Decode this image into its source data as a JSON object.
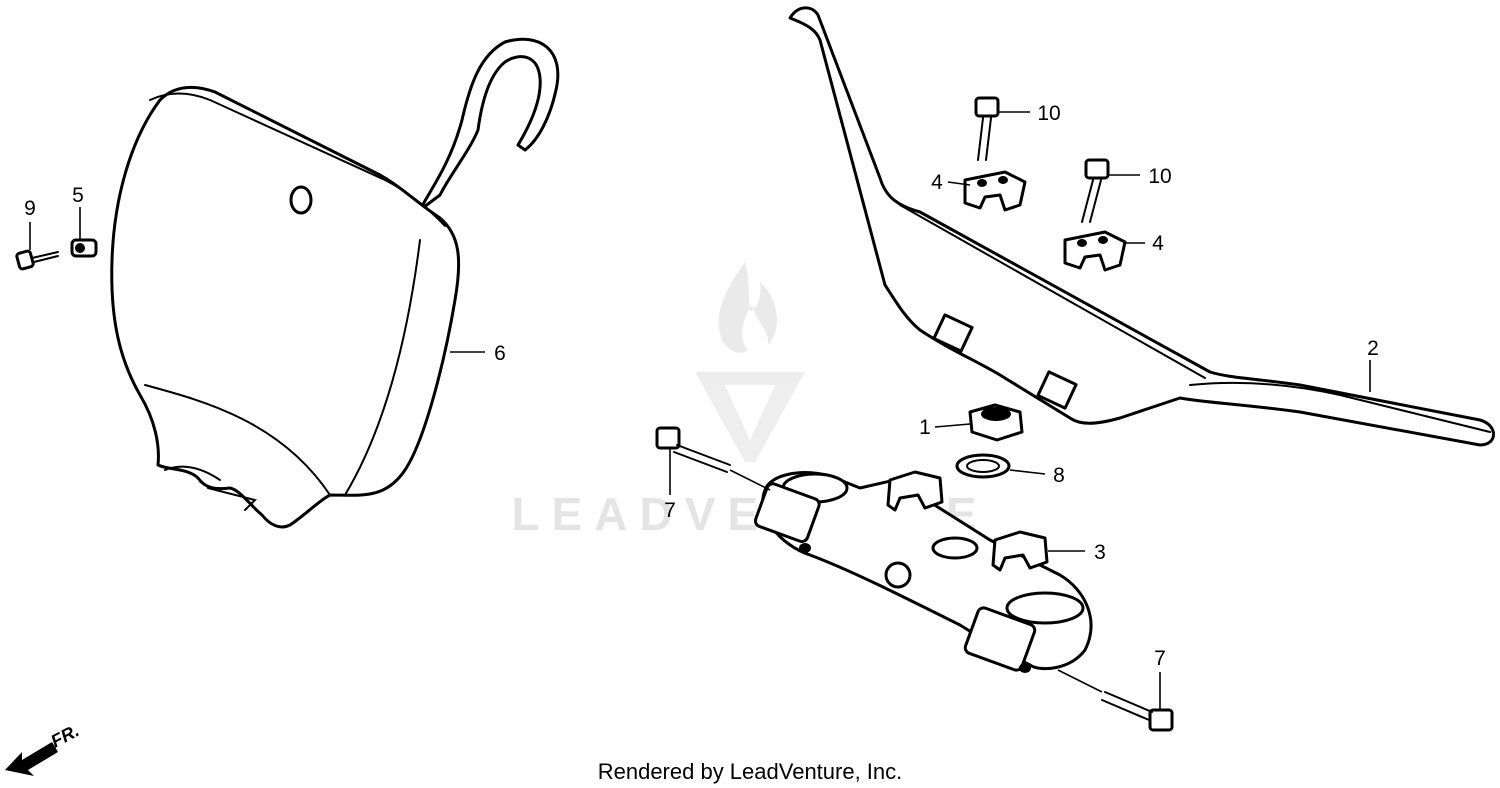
{
  "callouts": {
    "c1": "1",
    "c2": "2",
    "c3": "3",
    "c4a": "4",
    "c4b": "4",
    "c5": "5",
    "c6": "6",
    "c7a": "7",
    "c7b": "7",
    "c8": "8",
    "c9": "9",
    "c10a": "10",
    "c10b": "10"
  },
  "direction_label": "FR.",
  "watermark": "LEADVENTURE",
  "footer": "Rendered by LeadVenture, Inc."
}
